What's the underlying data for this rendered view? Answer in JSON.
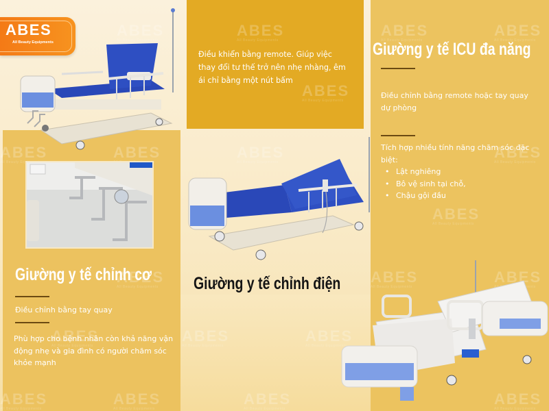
{
  "brand": {
    "logo_text": "ABES",
    "logo_tagline": "All Beauty Equipments",
    "logo_color": "#f47a16",
    "watermark": "ABES",
    "watermark_sub": "All Beauty Equipments"
  },
  "colors": {
    "background": "#fbf1dc",
    "panel_yellow": "#ecc25f",
    "panel_dark_yellow": "#e3aa24",
    "rule": "#6b4a12",
    "bed_blue": "#2a48b8",
    "bed_light_blue": "#6b8fe0"
  },
  "electric_bed": {
    "description": "Điều khiển bằng remote. Giúp việc thay đổi tư thế trở nên nhẹ nhàng, êm ái chỉ bằng một nút bấm",
    "title": "Giường y tế chỉnh điện"
  },
  "icu_bed": {
    "title": "Giường y tế ICU đa năng",
    "control": "Điều chỉnh bằng remote hoặc tay quay dự phòng",
    "features_intro": "Tích hợp nhiều tính năng chăm sóc đặc biệt:",
    "features": [
      "Lật nghiêng",
      "Bô vệ sinh tại chỗ,",
      "Chậu gội đầu"
    ]
  },
  "manual_bed": {
    "title": "Giường y tế chỉnh cơ",
    "control": "Điều chỉnh bằng tay quay",
    "suitability": "Phù hợp cho bệnh nhân còn khả năng vận động nhẹ và gia đình có người chăm sóc khỏe mạnh"
  },
  "images": {
    "manual_bed": "manual-hospital-bed-blue-mattress",
    "crank_closeup": "hand-crank-closeup",
    "electric_bed": "electric-hospital-bed-blue-mattress",
    "icu_bed": "icu-multifunction-bed-white"
  }
}
